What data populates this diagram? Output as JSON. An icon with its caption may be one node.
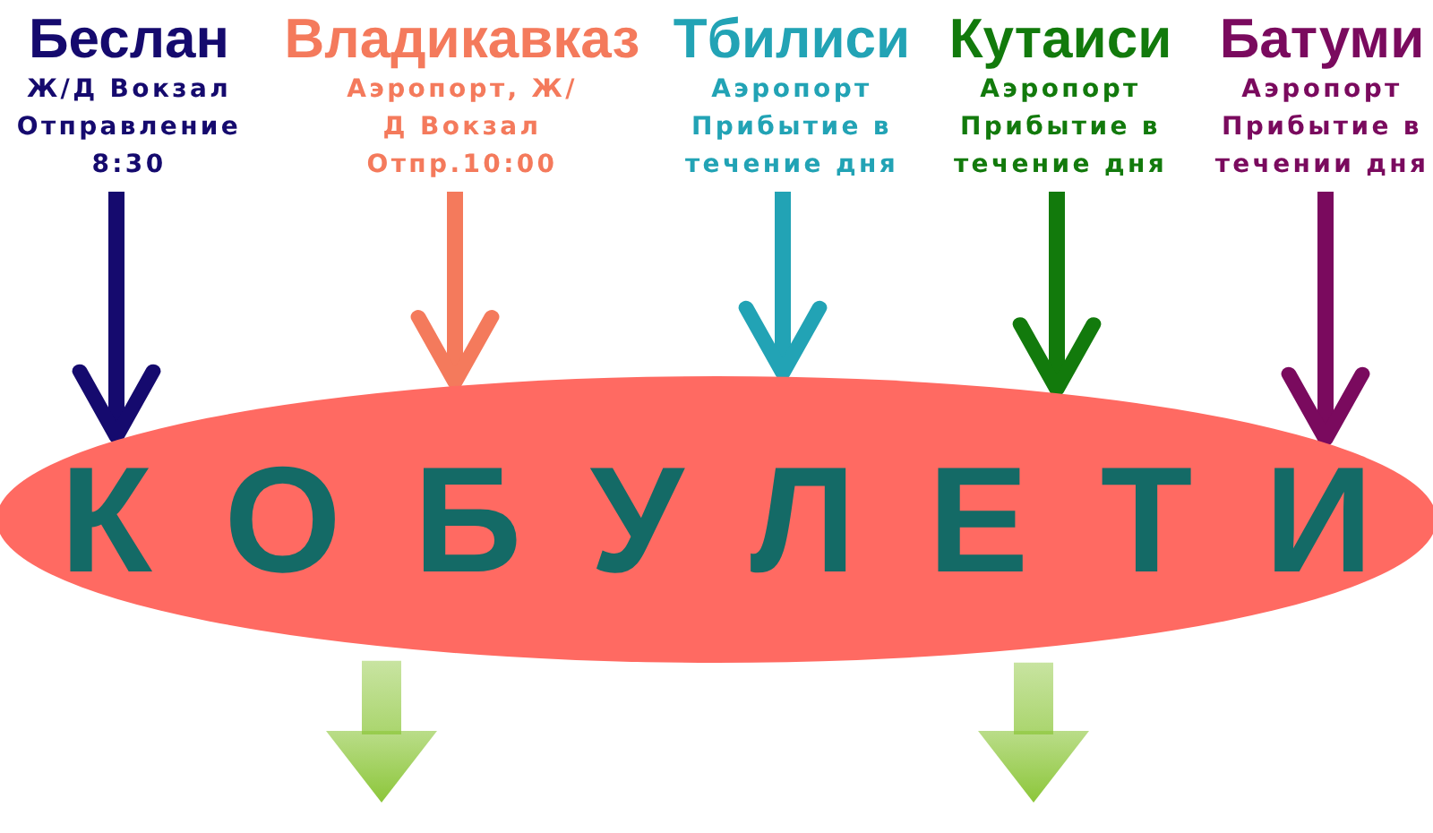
{
  "diagram": {
    "nodes": [
      {
        "text": [
          "Беслан",
          "Ж/Д Вокзал Отправление 8:30"
        ]
      },
      {
        "text": [
          "Владикавказ",
          "Аэропорт, Ж/Д Вокзал Отпр.10:00"
        ]
      },
      {
        "text": [
          "Тбилиси",
          "Аэропорт Прибытие в течение дня"
        ]
      },
      {
        "text": [
          "Кутаиси",
          "Аэропорт Прибытие в течение дня"
        ]
      },
      {
        "text": [
          "Батуми",
          "Аэропорт Прибытие в течении дня"
        ]
      },
      {
        "text": [
          "КОБУЛЕТИ"
        ]
      }
    ],
    "edges": [
      {
        "from": 0,
        "to": 5,
        "arrow": "to",
        "color": "#150a6e"
      },
      {
        "from": 1,
        "to": 5,
        "arrow": "to",
        "color": "#f47a5c"
      },
      {
        "from": 2,
        "to": 5,
        "arrow": "to",
        "color": "#22a3b5"
      },
      {
        "from": 3,
        "to": 5,
        "arrow": "to",
        "color": "#127a0c"
      },
      {
        "from": 4,
        "to": 5,
        "arrow": "to",
        "color": "#7a0a5e"
      },
      {
        "from": 5,
        "to": null,
        "arrow": "to",
        "style": "thick",
        "color": "#8cc63a"
      },
      {
        "from": 5,
        "to": null,
        "arrow": "to",
        "style": "thick",
        "color": "#8cc63a"
      }
    ]
  }
}
